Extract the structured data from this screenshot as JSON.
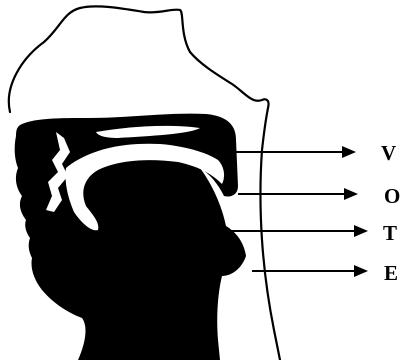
{
  "diagram": {
    "labels": [
      {
        "id": "V",
        "text": "V"
      },
      {
        "id": "O",
        "text": "O"
      },
      {
        "id": "T",
        "text": "T"
      },
      {
        "id": "E",
        "text": "E"
      }
    ]
  },
  "colors": {
    "ink": "#000000",
    "background": "#ffffff"
  }
}
